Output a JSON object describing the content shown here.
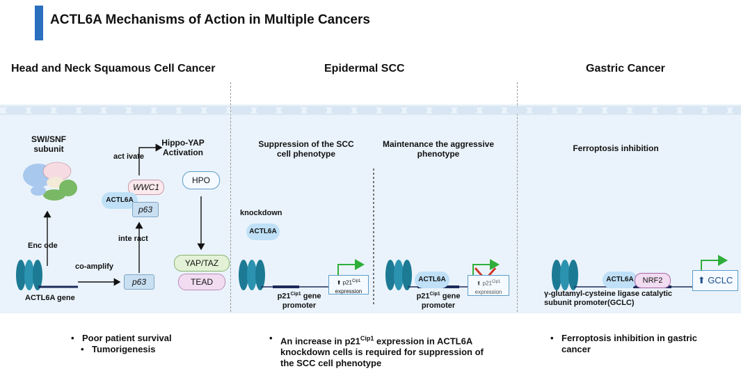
{
  "title": "ACTL6A Mechanisms of Action in Multiple Cancers",
  "sections": {
    "hnscc": "Head and Neck Squamous Cell Cancer",
    "epidermal": "Epidermal SCC",
    "gastric": "Gastric Cancer"
  },
  "hnscc": {
    "swi_snf": "SWI/SNF subunit",
    "encode": "Enc ode",
    "gene": "ACTL6A gene",
    "coamplify": "co-amplify",
    "p63": "p63",
    "interact": "inte ract",
    "activate": "act ivate",
    "wwc1": "WWC1",
    "actl6a": "ACTL6A",
    "hippo": "Hippo-YAP Activation",
    "hpo": "HPO",
    "yap": "YAP/TAZ",
    "tead": "TEAD"
  },
  "epidermal": {
    "suppression": "Suppression of the SCC cell phenotype",
    "maintenance": "Maintenance the aggressive phenotype",
    "knockdown": "knockdown",
    "actl6a": "ACTL6A",
    "expr_p21": "⬆ p21",
    "expr_sup": "Cip1",
    "expr_word": "expression",
    "promoter_p21": "p21",
    "promoter_sup": "Cip1",
    "promoter_gene": " gene",
    "promoter_word": "promoter"
  },
  "gastric": {
    "ferro": "Ferroptosis inhibition",
    "actl6a": "ACTL6A",
    "nrf2": "NRF2",
    "gclc": "⬆ GCLC",
    "promoter": "γ-glutamyl-cysteine ligase catalytic subunit promoter(GCLC)"
  },
  "bullets": {
    "hnscc": [
      "Poor patient survival",
      "Tumorigenesis"
    ],
    "epidermal_pre": "An increase in p21",
    "epidermal_sup": "Cip1",
    "epidermal_post": " expression in ACTL6A knockdown cells is required for suppression of the SCC cell phenotype",
    "gastric": "Ferroptosis inhibition in gastric cancer"
  }
}
